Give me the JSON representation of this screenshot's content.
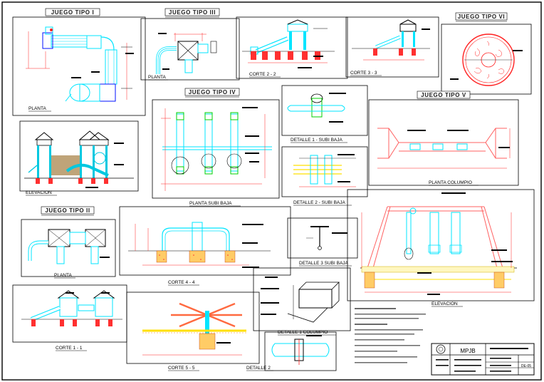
{
  "sheet": {
    "titles": {
      "juego1": "JUEGO TIPO I",
      "juego3": "JUEGO TIPO III",
      "juego4": "JUEGO TIPO IV",
      "juego5": "JUEGO TIPO V",
      "juego6": "JUEGO TIPO VI",
      "juego2": "JUEGO TIPO II"
    },
    "labels": {
      "planta1": "PLANTA",
      "planta3": "PLANTA",
      "corte22": "CORTE 2 - 2",
      "corte33": "CORTE 3 - 3",
      "elevacion1": "ELEVACION",
      "detalle1": "DETALLE 1 - SUBI BAJA",
      "detalle2sb": "DETALLE 2 - SUBI BAJA",
      "detalle3sb": "DETALLE 3 SUBI BAJA",
      "plantaSubibaja": "PLANTA SUBI BAJA",
      "plantaColumpio": "PLANTA COLUMPIO",
      "planta2": "PLANTA",
      "corte44": "CORTE 4 - 4",
      "elevacion5": "ELEVACION",
      "corte11": "CORTE 1 - 1",
      "detalle1col": "DETALLE 1 COLUMPIO",
      "corte55": "CORTE 5 - 5",
      "detalle2": "DETALLE 2"
    },
    "titleblock": {
      "org": "MPJB",
      "sheet_no": "DE-05"
    }
  }
}
